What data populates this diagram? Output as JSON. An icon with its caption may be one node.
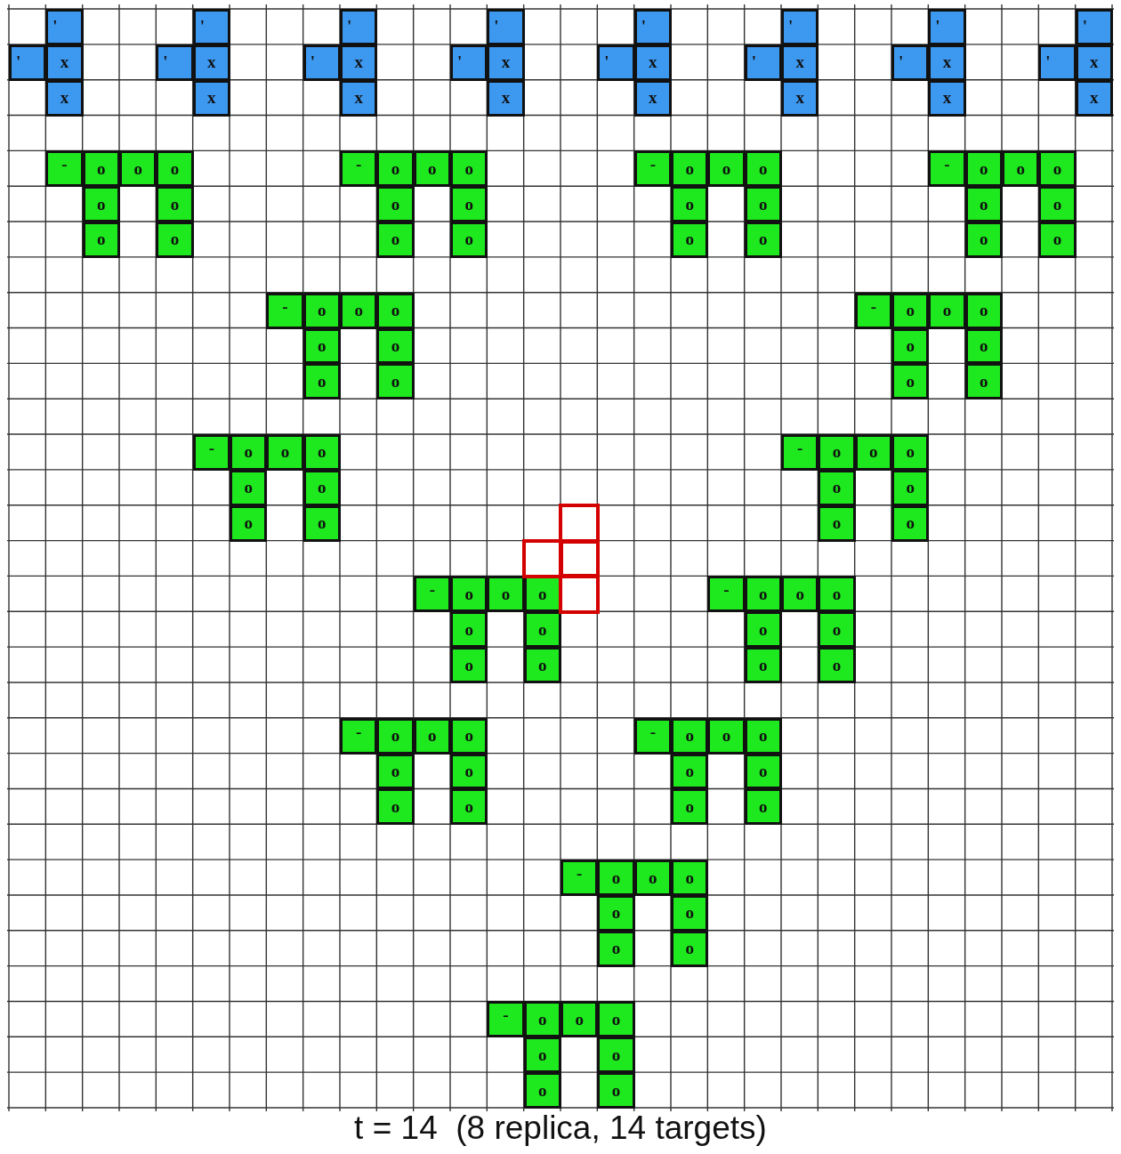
{
  "diagram": {
    "caption": "t = 14  (8 replica, 14 targets)",
    "nodes": [
      {
        "text": [
          "'"
        ]
      },
      {
        "text": [
          "'"
        ]
      },
      {
        "text": [
          "'"
        ]
      },
      {
        "text": [
          "'"
        ]
      },
      {
        "text": [
          "'"
        ]
      },
      {
        "text": [
          "'"
        ]
      },
      {
        "text": [
          "'"
        ]
      },
      {
        "text": [
          "'"
        ]
      },
      {
        "text": [
          "'"
        ]
      },
      {
        "text": [
          "x"
        ]
      },
      {
        "text": [
          "'"
        ]
      },
      {
        "text": [
          "x"
        ]
      },
      {
        "text": [
          "'"
        ]
      },
      {
        "text": [
          "x"
        ]
      },
      {
        "text": [
          "'"
        ]
      },
      {
        "text": [
          "x"
        ]
      },
      {
        "text": [
          "'"
        ]
      },
      {
        "text": [
          "x"
        ]
      },
      {
        "text": [
          "'"
        ]
      },
      {
        "text": [
          "x"
        ]
      },
      {
        "text": [
          "'"
        ]
      },
      {
        "text": [
          "x"
        ]
      },
      {
        "text": [
          "'"
        ]
      },
      {
        "text": [
          "x"
        ]
      },
      {
        "text": [
          "x"
        ]
      },
      {
        "text": [
          "x"
        ]
      },
      {
        "text": [
          "x"
        ]
      },
      {
        "text": [
          "x"
        ]
      },
      {
        "text": [
          "x"
        ]
      },
      {
        "text": [
          "x"
        ]
      },
      {
        "text": [
          "x"
        ]
      },
      {
        "text": [
          "x"
        ]
      },
      {
        "text": [
          "-"
        ]
      },
      {
        "text": [
          "o"
        ]
      },
      {
        "text": [
          "o"
        ]
      },
      {
        "text": [
          "o"
        ]
      },
      {
        "text": [
          "-"
        ]
      },
      {
        "text": [
          "o"
        ]
      },
      {
        "text": [
          "o"
        ]
      },
      {
        "text": [
          "o"
        ]
      },
      {
        "text": [
          "-"
        ]
      },
      {
        "text": [
          "o"
        ]
      },
      {
        "text": [
          "o"
        ]
      },
      {
        "text": [
          "o"
        ]
      },
      {
        "text": [
          "-"
        ]
      },
      {
        "text": [
          "o"
        ]
      },
      {
        "text": [
          "o"
        ]
      },
      {
        "text": [
          "o"
        ]
      },
      {
        "text": [
          "o"
        ]
      },
      {
        "text": [
          "o"
        ]
      },
      {
        "text": [
          "o"
        ]
      },
      {
        "text": [
          "o"
        ]
      },
      {
        "text": [
          "o"
        ]
      },
      {
        "text": [
          "o"
        ]
      },
      {
        "text": [
          "o"
        ]
      },
      {
        "text": [
          "o"
        ]
      },
      {
        "text": [
          "o"
        ]
      },
      {
        "text": [
          "o"
        ]
      },
      {
        "text": [
          "o"
        ]
      },
      {
        "text": [
          "o"
        ]
      },
      {
        "text": [
          "o"
        ]
      },
      {
        "text": [
          "o"
        ]
      },
      {
        "text": [
          "o"
        ]
      },
      {
        "text": [
          "o"
        ]
      },
      {
        "text": [
          "-"
        ]
      },
      {
        "text": [
          "o"
        ]
      },
      {
        "text": [
          "o"
        ]
      },
      {
        "text": [
          "o"
        ]
      },
      {
        "text": [
          "-"
        ]
      },
      {
        "text": [
          "o"
        ]
      },
      {
        "text": [
          "o"
        ]
      },
      {
        "text": [
          "o"
        ]
      },
      {
        "text": [
          "o"
        ]
      },
      {
        "text": [
          "o"
        ]
      },
      {
        "text": [
          "o"
        ]
      },
      {
        "text": [
          "o"
        ]
      },
      {
        "text": [
          "o"
        ]
      },
      {
        "text": [
          "o"
        ]
      },
      {
        "text": [
          "o"
        ]
      },
      {
        "text": [
          "o"
        ]
      },
      {
        "text": [
          "-"
        ]
      },
      {
        "text": [
          "o"
        ]
      },
      {
        "text": [
          "o"
        ]
      },
      {
        "text": [
          "o"
        ]
      },
      {
        "text": [
          "-"
        ]
      },
      {
        "text": [
          "o"
        ]
      },
      {
        "text": [
          "o"
        ]
      },
      {
        "text": [
          "o"
        ]
      },
      {
        "text": [
          "o"
        ]
      },
      {
        "text": [
          "o"
        ]
      },
      {
        "text": [
          "o"
        ]
      },
      {
        "text": [
          "o"
        ]
      },
      {
        "text": [
          "o"
        ]
      },
      {
        "text": [
          "o"
        ]
      },
      {
        "text": [],
        "shape": "box"
      },
      {
        "text": [
          "o"
        ]
      },
      {
        "text": [
          "o"
        ]
      },
      {
        "text": [],
        "shape": "box"
      },
      {
        "text": [],
        "shape": "box"
      },
      {
        "text": [
          "-"
        ]
      },
      {
        "text": [
          "o"
        ]
      },
      {
        "text": [
          "o"
        ]
      },
      {
        "text": [
          "o"
        ]
      },
      {
        "text": [],
        "shape": "box"
      },
      {
        "text": [
          "-"
        ]
      },
      {
        "text": [
          "o"
        ]
      },
      {
        "text": [
          "o"
        ]
      },
      {
        "text": [
          "o"
        ]
      },
      {
        "text": [
          "o"
        ]
      },
      {
        "text": [
          "o"
        ]
      },
      {
        "text": [
          "o"
        ]
      },
      {
        "text": [
          "o"
        ]
      },
      {
        "text": [
          "o"
        ]
      },
      {
        "text": [
          "o"
        ]
      },
      {
        "text": [
          "o"
        ]
      },
      {
        "text": [
          "o"
        ]
      },
      {
        "text": [
          "-"
        ]
      },
      {
        "text": [
          "o"
        ]
      },
      {
        "text": [
          "o"
        ]
      },
      {
        "text": [
          "o"
        ]
      },
      {
        "text": [
          "-"
        ]
      },
      {
        "text": [
          "o"
        ]
      },
      {
        "text": [
          "o"
        ]
      },
      {
        "text": [
          "o"
        ]
      },
      {
        "text": [
          "o"
        ]
      },
      {
        "text": [
          "o"
        ]
      },
      {
        "text": [
          "o"
        ]
      },
      {
        "text": [
          "o"
        ]
      },
      {
        "text": [
          "o"
        ]
      },
      {
        "text": [
          "o"
        ]
      },
      {
        "text": [
          "o"
        ]
      },
      {
        "text": [
          "o"
        ]
      },
      {
        "text": [
          "-"
        ]
      },
      {
        "text": [
          "o"
        ]
      },
      {
        "text": [
          "o"
        ]
      },
      {
        "text": [
          "o"
        ]
      },
      {
        "text": [
          "o"
        ]
      },
      {
        "text": [
          "o"
        ]
      },
      {
        "text": [
          "o"
        ]
      },
      {
        "text": [
          "o"
        ]
      },
      {
        "text": [
          "-"
        ]
      },
      {
        "text": [
          "o"
        ]
      },
      {
        "text": [
          "o"
        ]
      },
      {
        "text": [
          "o"
        ]
      },
      {
        "text": [
          "o"
        ]
      },
      {
        "text": [
          "o"
        ]
      },
      {
        "text": [
          "o"
        ]
      },
      {
        "text": [
          "o"
        ]
      }
    ]
  }
}
